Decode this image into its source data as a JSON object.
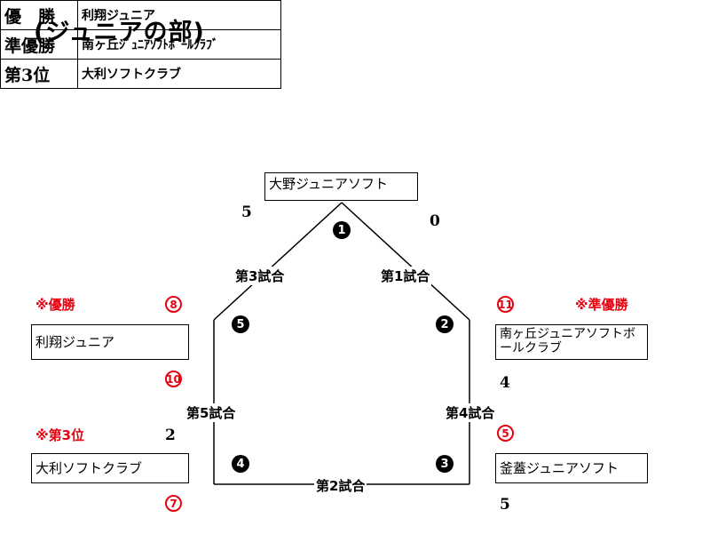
{
  "title": "(ジュニアの部)",
  "results": [
    {
      "rank": "優　勝",
      "team": "利翔ジュニア"
    },
    {
      "rank": "準優勝",
      "team": "南ヶ丘ｼﾞｭﾆｱｿﾌﾄﾎﾞｰﾙｸﾗﾌﾞ"
    },
    {
      "rank": "第3位",
      "team": "大利ソフトクラブ"
    }
  ],
  "teams": {
    "top": "大野ジュニアソフト",
    "left_upper": "利翔ジュニア",
    "left_lower": "大利ソフトクラブ",
    "right_upper": "南ヶ丘ジュニアソフトボールクラブ",
    "right_lower": "釜蓋ジュニアソフト"
  },
  "games": {
    "g1": "第1試合",
    "g2": "第2試合",
    "g3": "第3試合",
    "g4": "第4試合",
    "g5": "第5試合"
  },
  "game_numbers": {
    "n1": "1",
    "n2": "2",
    "n3": "3",
    "n4": "4",
    "n5": "5"
  },
  "scores": {
    "s_top_left": "5",
    "s_top_right": "0",
    "s_left_mid": "2",
    "s_right_mid": "4",
    "s_right_low": "5"
  },
  "red_scores": {
    "r_left_top": "8",
    "r_left_mid": "10",
    "r_left_low": "7",
    "r_right_top": "11",
    "r_right_mid": "5"
  },
  "awards": {
    "champion": "※優勝",
    "runner_up": "※準優勝",
    "third": "※第3位"
  },
  "colors": {
    "accent": "#e8000e",
    "line": "#000000"
  }
}
